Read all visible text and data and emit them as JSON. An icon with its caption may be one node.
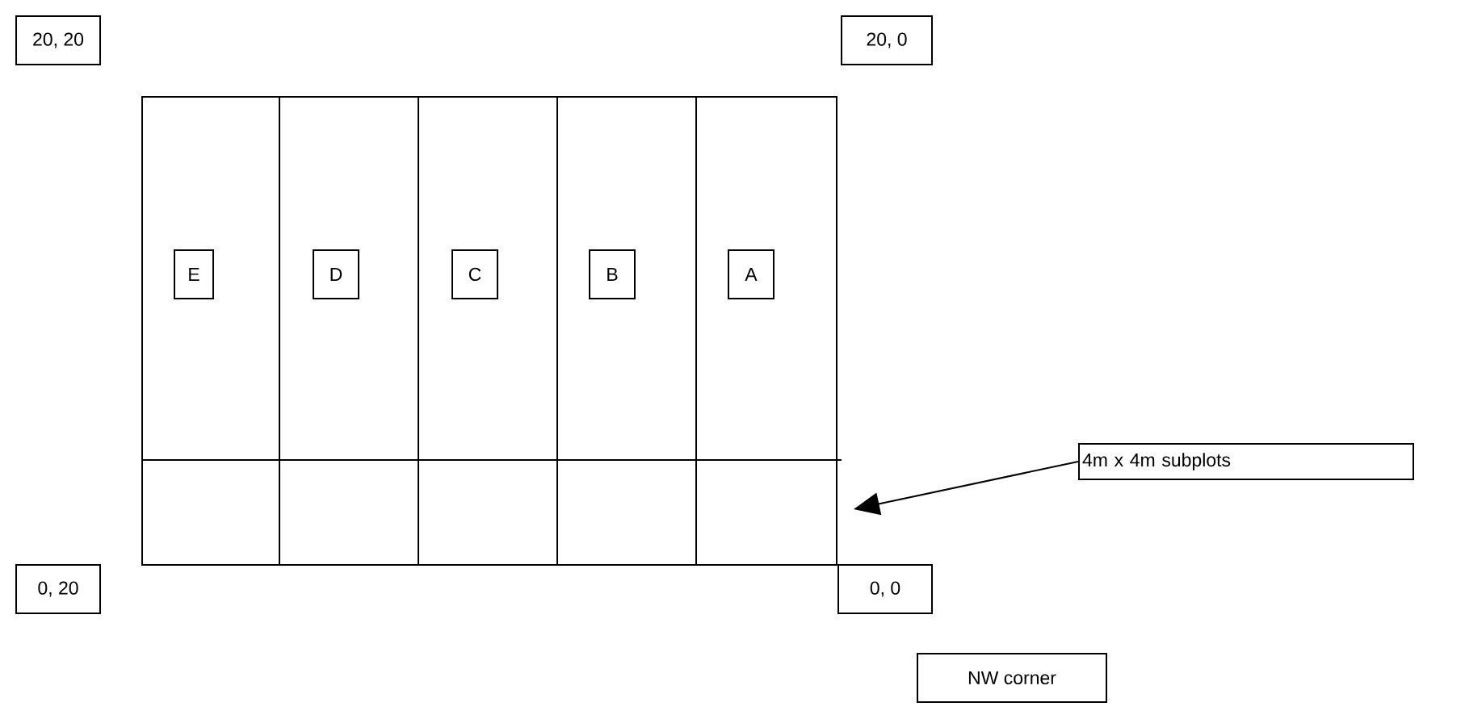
{
  "diagram": {
    "nodes": [
      {
        "text": [
          "20, 20"
        ]
      },
      {
        "text": [
          "20, 0"
        ]
      },
      {
        "text": [],
        "shape": "box"
      },
      {
        "text": [
          "E"
        ],
        "in": 2
      },
      {
        "text": [
          "D"
        ],
        "in": 2
      },
      {
        "text": [
          "C"
        ],
        "in": 2
      },
      {
        "text": [
          "B"
        ],
        "in": 2
      },
      {
        "text": [
          "A"
        ],
        "in": 2
      },
      {
        "text": [
          "0, 20"
        ]
      },
      {
        "text": [
          "0, 0"
        ]
      },
      {
        "text": [
          "4m x 4m subplots"
        ]
      },
      {
        "text": [
          "NW corner"
        ]
      }
    ],
    "edges": [
      {
        "from": 10,
        "to": 2,
        "arrow": "to"
      }
    ]
  }
}
